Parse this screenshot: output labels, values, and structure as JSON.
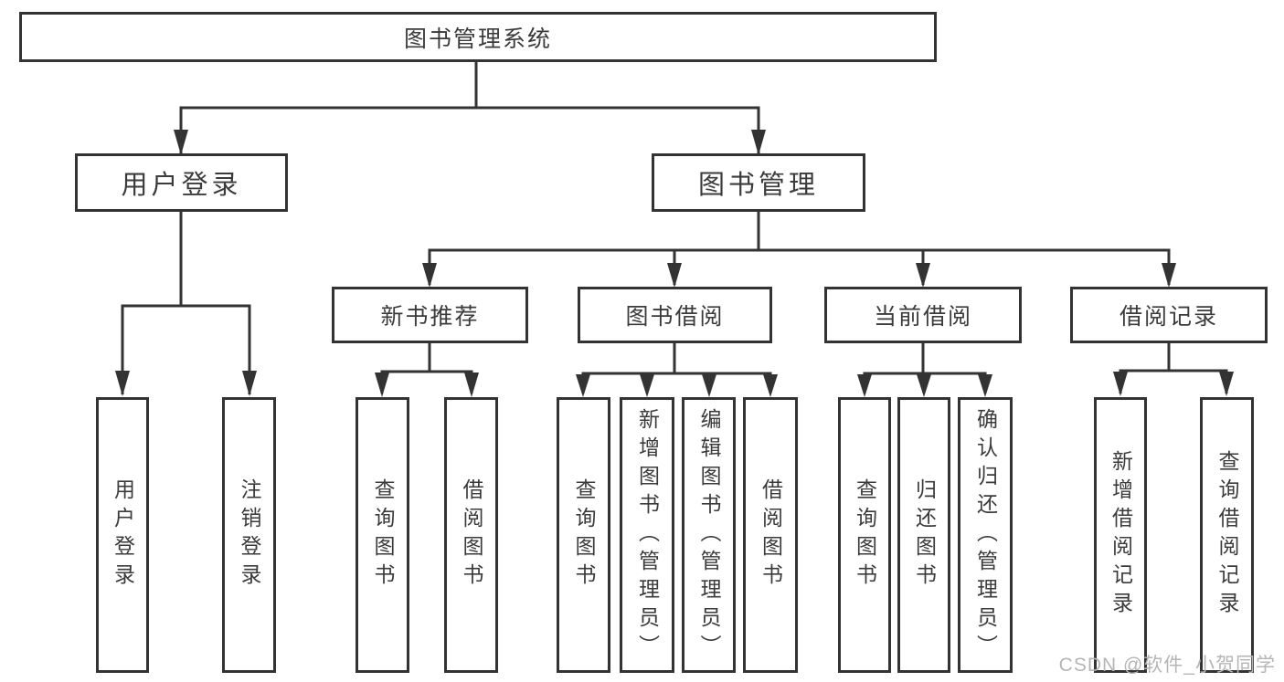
{
  "diagram": {
    "root": {
      "label": "图书管理系统"
    },
    "branches": [
      {
        "label": "用户登录",
        "children": [
          "用户登录",
          "注销登录"
        ]
      },
      {
        "label": "图书管理",
        "groups": [
          {
            "label": "新书推荐",
            "children": [
              "查询图书",
              "借阅图书"
            ]
          },
          {
            "label": "图书借阅",
            "children": [
              "查询图书",
              "新增图书（管理员）",
              "编辑图书（管理员）",
              "借阅图书"
            ]
          },
          {
            "label": "当前借阅",
            "children": [
              "查询图书",
              "归还图书",
              "确认归还（管理员）"
            ]
          },
          {
            "label": "借阅记录",
            "children": [
              "新增借阅记录",
              "查询借阅记录"
            ]
          }
        ]
      }
    ]
  },
  "watermark": {
    "text": "CSDN @软件_小贺同学"
  },
  "colors": {
    "line": "#333333",
    "text": "#3b3b3b",
    "background": "#ffffff",
    "watermark": "#b5b5b5"
  }
}
